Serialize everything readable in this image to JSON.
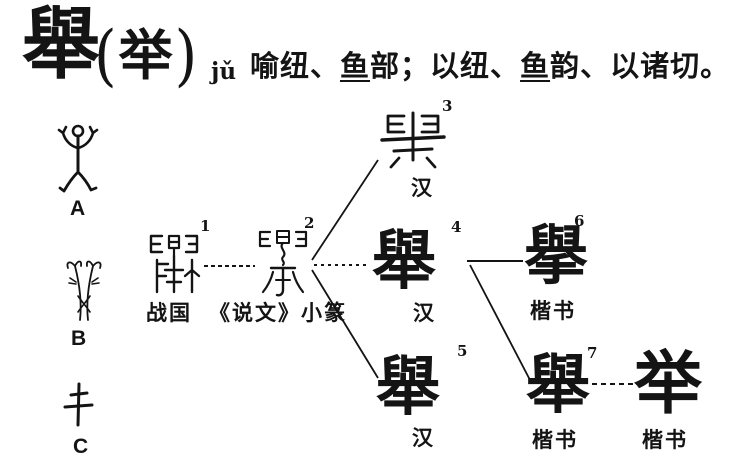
{
  "colors": {
    "ink": "#141414",
    "bg": "#ffffff"
  },
  "header": {
    "headword": "舉",
    "paren_open": "(",
    "simplified": "举",
    "paren_close": ")",
    "pinyin": "jǔ",
    "phonology": {
      "seg1": "喻纽、",
      "rhyme1": "鱼",
      "seg2": "部；以纽、",
      "rhyme2": "鱼",
      "seg3": "韵、以诸切。"
    }
  },
  "ancient_forms": {
    "a": {
      "label": "A",
      "glyph": "ancient-pictograph-a"
    },
    "b": {
      "label": "B",
      "glyph": "ancient-pictograph-b"
    },
    "c": {
      "label": "C",
      "glyph": "ancient-pictograph-c"
    }
  },
  "tree": {
    "nodes": [
      {
        "num": "1",
        "caption": "战国",
        "glyph": "warring-states-form"
      },
      {
        "num": "2",
        "caption": "《说文》小篆",
        "glyph": "shuowen-small-seal-form"
      },
      {
        "num": "3",
        "caption": "汉",
        "glyph": "han-clerical-form"
      },
      {
        "num": "4",
        "caption": "汉",
        "character": "舉"
      },
      {
        "num": "5",
        "caption": "汉",
        "character": "舉"
      },
      {
        "num": "6",
        "caption": "楷书",
        "character": "擧"
      },
      {
        "num": "7",
        "caption": "楷书",
        "character": "舉"
      },
      {
        "num": "",
        "caption": "楷书",
        "character": "举"
      }
    ]
  }
}
